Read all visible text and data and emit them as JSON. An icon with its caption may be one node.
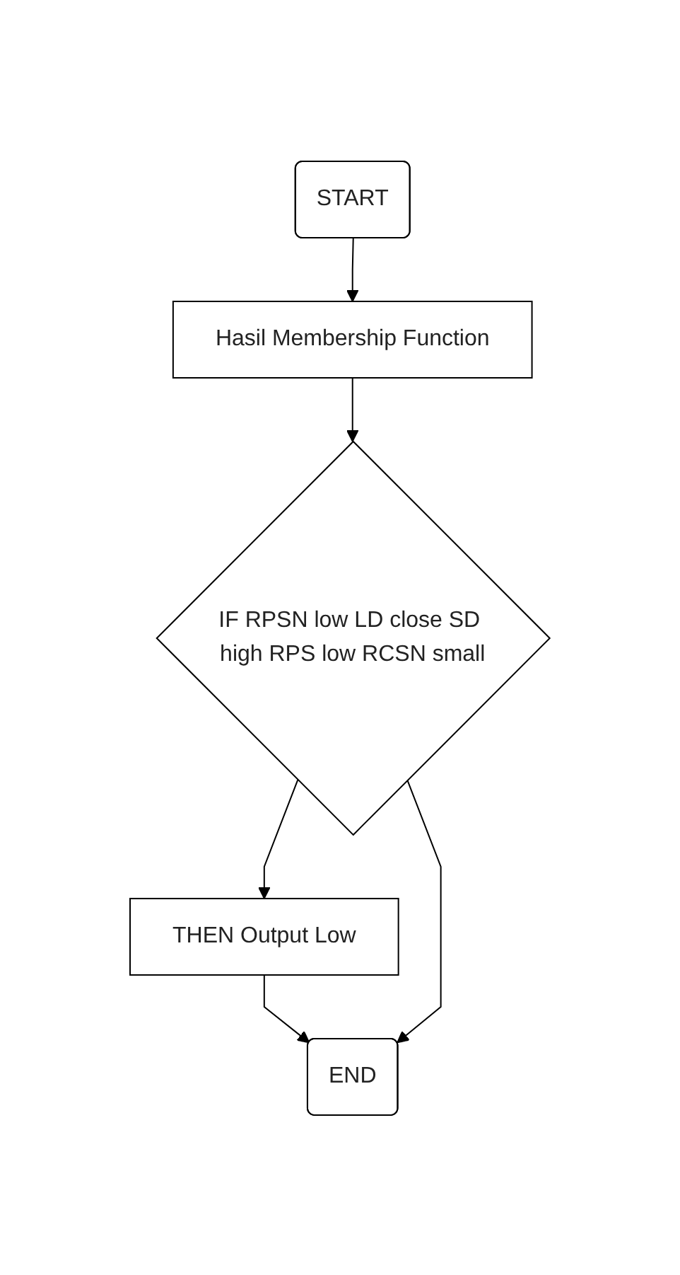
{
  "diagram": {
    "nodes": [
      {
        "text": [
          "START"
        ]
      },
      {
        "text": [
          "Hasil Membership Function"
        ]
      },
      {
        "text": [
          "IF RPSN low LD close SD high RPS low RCSN small"
        ]
      },
      {
        "text": [
          "THEN Output Low"
        ]
      },
      {
        "text": [
          "END"
        ]
      }
    ],
    "edges": [
      {
        "from": 0,
        "to": 1,
        "arrow": "to"
      },
      {
        "from": 1,
        "to": 2,
        "arrow": "to"
      },
      {
        "from": 2,
        "to": 3,
        "arrow": "to"
      },
      {
        "from": 3,
        "to": 4,
        "arrow": "to"
      },
      {
        "from": 2,
        "to": 4,
        "arrow": "to"
      }
    ]
  }
}
